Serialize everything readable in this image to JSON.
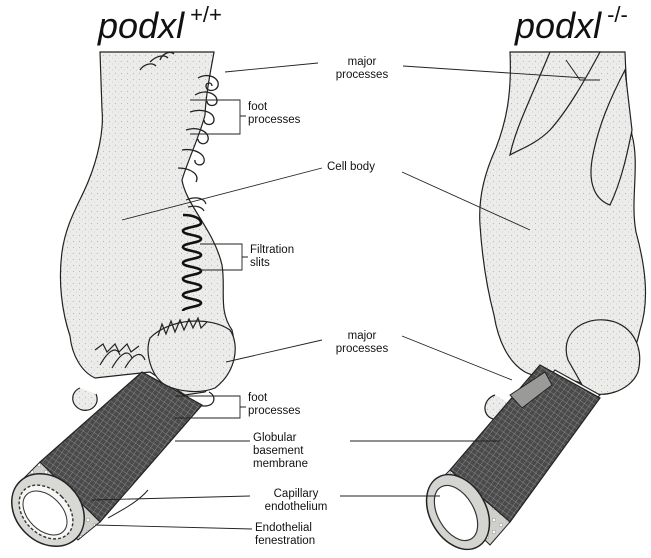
{
  "titles": {
    "left": {
      "gene": "podxl",
      "genotype": "+/+"
    },
    "right": {
      "gene": "podxl",
      "genotype": "-/-"
    }
  },
  "labels": {
    "major_processes_top": [
      "major",
      "processes"
    ],
    "foot_processes_top": [
      "foot",
      "processes"
    ],
    "cell_body": "Cell body",
    "filtration_slits": [
      "Filtration",
      "slits"
    ],
    "major_processes_bottom": [
      "major",
      "processes"
    ],
    "foot_processes_bottom": [
      "foot",
      "processes"
    ],
    "globular_basement_membrane": [
      "Globular",
      "basement",
      "membrane"
    ],
    "capillary_endothelium": [
      "Capillary",
      "endothelium"
    ],
    "endothelial_fenestration": [
      "Endothelial",
      "fenestration"
    ]
  },
  "colors": {
    "cell_fill": "#e9e9e7",
    "stroke": "#222222",
    "membrane": "#555555",
    "endothelium": "#c9c9c6"
  }
}
